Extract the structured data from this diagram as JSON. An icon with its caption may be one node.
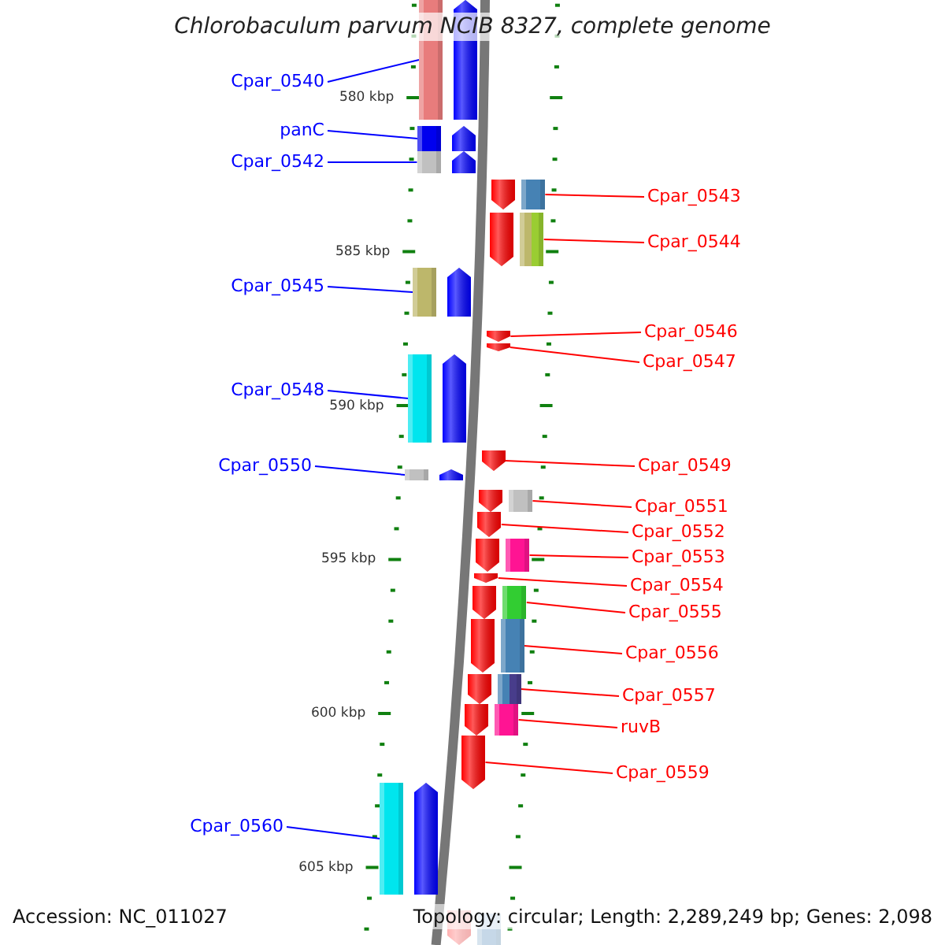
{
  "diagram": {
    "title": "Chlorobaculum parvum NCIB 8327, complete genome",
    "nodes": [
      {
        "text": [
          "Cpar_0540"
        ]
      },
      {
        "text": [
          "panC"
        ]
      },
      {
        "text": [
          "Cpar_0542"
        ]
      },
      {
        "text": [
          "Cpar_0545"
        ]
      },
      {
        "text": [
          "Cpar_0548"
        ]
      },
      {
        "text": [
          "Cpar_0550"
        ]
      },
      {
        "text": [
          "Cpar_0560"
        ]
      },
      {
        "text": [
          "Cpar_0543"
        ]
      },
      {
        "text": [
          "Cpar_0544"
        ]
      },
      {
        "text": [
          "Cpar_0546"
        ]
      },
      {
        "text": [
          "Cpar_0547"
        ]
      },
      {
        "text": [
          "Cpar_0549"
        ]
      },
      {
        "text": [
          "Cpar_0551"
        ]
      },
      {
        "text": [
          "Cpar_0552"
        ]
      },
      {
        "text": [
          "Cpar_0553"
        ]
      },
      {
        "text": [
          "Cpar_0554"
        ]
      },
      {
        "text": [
          "Cpar_0555"
        ]
      },
      {
        "text": [
          "Cpar_0556"
        ]
      },
      {
        "text": [
          "Cpar_0557"
        ]
      },
      {
        "text": [
          "ruvB"
        ]
      },
      {
        "text": [
          "Cpar_0559"
        ]
      },
      {
        "text": [],
        "shape": "bar"
      },
      {
        "text": [],
        "shape": "pentagon"
      },
      {
        "text": [],
        "shape": "bar"
      },
      {
        "text": [],
        "shape": "pentagon"
      },
      {
        "text": [],
        "shape": "bar"
      },
      {
        "text": [],
        "shape": "pentagon"
      },
      {
        "text": [],
        "shape": "bar"
      },
      {
        "text": [],
        "shape": "pentagon"
      },
      {
        "text": [],
        "shape": "bar"
      },
      {
        "text": [],
        "shape": "pentagon"
      },
      {
        "text": [],
        "shape": "bar"
      },
      {
        "text": [],
        "shape": "pentagon"
      },
      {
        "text": [],
        "shape": "bar"
      },
      {
        "text": [],
        "shape": "pentagon"
      },
      {
        "text": [],
        "shape": "bar"
      },
      {
        "text": [],
        "shape": "pentagon"
      },
      {
        "text": [],
        "shape": "bar"
      },
      {
        "text": [],
        "shape": "pentagon"
      },
      {
        "text": [],
        "shape": "pentagon"
      },
      {
        "text": [],
        "shape": "pentagon"
      },
      {
        "text": [],
        "shape": "pentagon"
      },
      {
        "text": [],
        "shape": "bar"
      },
      {
        "text": [],
        "shape": "pentagon"
      },
      {
        "text": [],
        "shape": "pentagon"
      },
      {
        "text": [],
        "shape": "bar"
      },
      {
        "text": [],
        "shape": "pentagon"
      },
      {
        "text": [],
        "shape": "pentagon"
      },
      {
        "text": [],
        "shape": "bar"
      },
      {
        "text": [],
        "shape": "pentagon"
      },
      {
        "text": [],
        "shape": "bar"
      },
      {
        "text": [],
        "shape": "pentagon"
      },
      {
        "text": [],
        "shape": "bar"
      },
      {
        "text": [],
        "shape": "pentagon"
      },
      {
        "text": [],
        "shape": "bar"
      },
      {
        "text": [],
        "shape": "pentagon"
      },
      {
        "text": [],
        "shape": "pentagon"
      },
      {
        "text": [],
        "shape": "pentagon"
      },
      {
        "text": [],
        "shape": "bar"
      }
    ],
    "edges": [
      {
        "from": 0,
        "to": 21,
        "arrow": "none",
        "color": "#0000ff"
      },
      {
        "from": 1,
        "to": 23,
        "arrow": "none",
        "color": "#0000ff"
      },
      {
        "from": 2,
        "to": 25,
        "arrow": "none",
        "color": "#0000ff"
      },
      {
        "from": 3,
        "to": 27,
        "arrow": "none",
        "color": "#0000ff"
      },
      {
        "from": 4,
        "to": 29,
        "arrow": "none",
        "color": "#0000ff"
      },
      {
        "from": 5,
        "to": 31,
        "arrow": "none",
        "color": "#0000ff"
      },
      {
        "from": 6,
        "to": 33,
        "arrow": "none",
        "color": "#0000ff"
      },
      {
        "from": 7,
        "to": 35,
        "arrow": "none"
      },
      {
        "from": 8,
        "to": 37,
        "arrow": "none"
      },
      {
        "from": 9,
        "to": 39,
        "arrow": "none"
      },
      {
        "from": 10,
        "to": 40,
        "arrow": "none"
      },
      {
        "from": 11,
        "to": 41,
        "arrow": "none"
      },
      {
        "from": 12,
        "to": 42,
        "arrow": "none"
      },
      {
        "from": 13,
        "to": 44,
        "arrow": "none"
      },
      {
        "from": 14,
        "to": 45,
        "arrow": "none"
      },
      {
        "from": 15,
        "to": 47,
        "arrow": "none"
      },
      {
        "from": 16,
        "to": 48,
        "arrow": "none"
      },
      {
        "from": 17,
        "to": 50,
        "arrow": "none"
      },
      {
        "from": 18,
        "to": 52,
        "arrow": "none"
      },
      {
        "from": 19,
        "to": 54,
        "arrow": "none"
      },
      {
        "from": 20,
        "to": 56,
        "arrow": "none"
      }
    ],
    "labels": [
      "580 kbp",
      "585 kbp",
      "590 kbp",
      "595 kbp",
      "600 kbp",
      "605 kbp",
      "Accession: NC_011027",
      "Topology: circular; Length: 2,289,249 bp; Genes: 2,098"
    ]
  }
}
